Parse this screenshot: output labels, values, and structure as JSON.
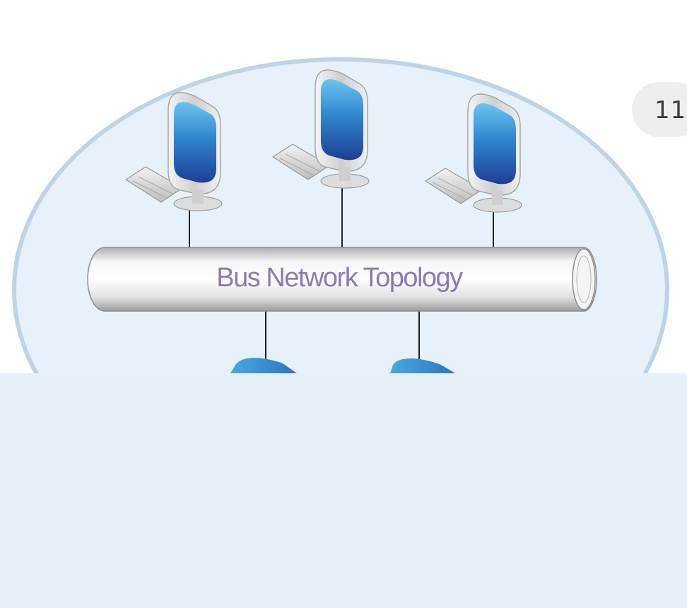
{
  "diagram": {
    "label": "Bus  Network Topology",
    "label_color": "#8a78b8",
    "colors": {
      "background": "#ffffff",
      "ellipse_fill": "#e6f1f9",
      "ellipse_stroke": "#b9d2e6",
      "screen": "#1f62b8",
      "screen_light": "#5fb8ec",
      "bus_tube": "#d2d2d2",
      "link_line": "#222222",
      "lower_panel": "#e5f0f8"
    },
    "top_nodes": [
      {
        "name": "computer-1"
      },
      {
        "name": "computer-2"
      },
      {
        "name": "computer-3"
      }
    ],
    "bottom_nodes": [
      {
        "name": "computer-4"
      },
      {
        "name": "computer-5"
      }
    ]
  },
  "page_indicator": {
    "value": "11"
  }
}
